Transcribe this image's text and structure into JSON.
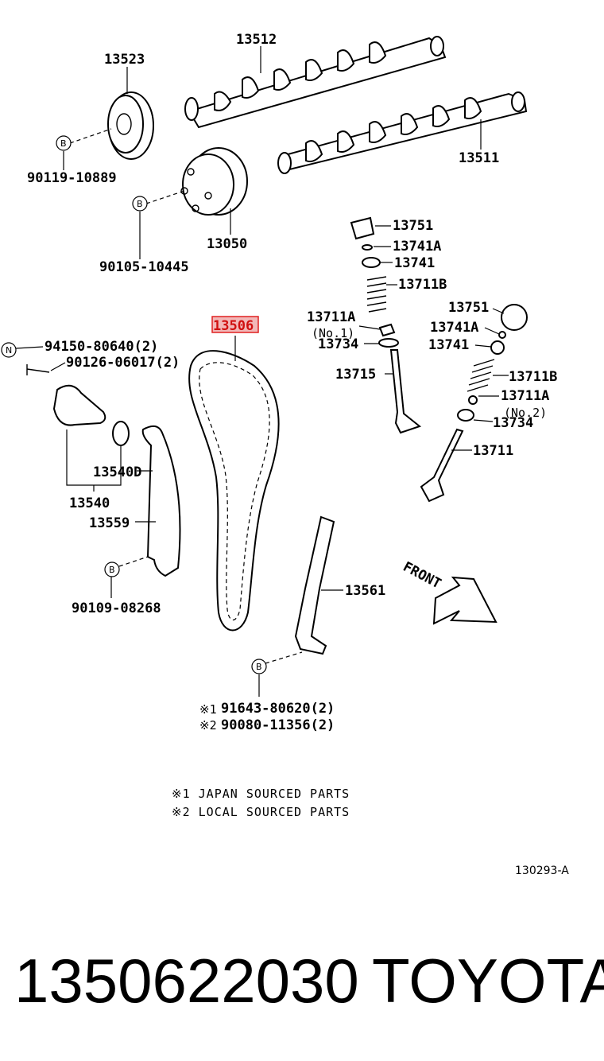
{
  "diagram": {
    "labels": {
      "p13512": "13512",
      "p13523": "13523",
      "p13511": "13511",
      "p90119": "90119-10889",
      "p13050": "13050",
      "p90105": "90105-10445",
      "p13751a": "13751",
      "p13741Aa": "13741A",
      "p13741a": "13741",
      "p13711Ba": "13711B",
      "p13506": "13506",
      "p13711Aa": "13711A",
      "no1": "(No.1)",
      "p13734a": "13734",
      "p13751b": "13751",
      "p13741Ab": "13741A",
      "p13741b": "13741",
      "p13715": "13715",
      "p13711Bb": "13711B",
      "p13711Ab": "13711A",
      "no2": "(No.2)",
      "p13734b": "13734",
      "p13711": "13711",
      "p94150": "94150-80640(2)",
      "p90126": "90126-06017(2)",
      "p13540D": "13540D",
      "p13540": "13540",
      "p13559": "13559",
      "p90109": "90109-08268",
      "p13561": "13561",
      "front": "FRONT",
      "p91643": "91643-80620(2)",
      "p90080": "90080-11356(2)",
      "mark1": "※1",
      "mark2": "※2",
      "note1": "※1  JAPAN SOURCED PARTS",
      "note2": "※2  LOCAL SOURCED PARTS",
      "diagram_code": "130293-A",
      "circle_b": "B",
      "circle_n": "N"
    }
  },
  "footer": {
    "part_number": "1350622030",
    "brand": "TOYOTA"
  },
  "colors": {
    "highlight_fill": "#f2b8b8",
    "highlight_stroke": "#e02020"
  }
}
